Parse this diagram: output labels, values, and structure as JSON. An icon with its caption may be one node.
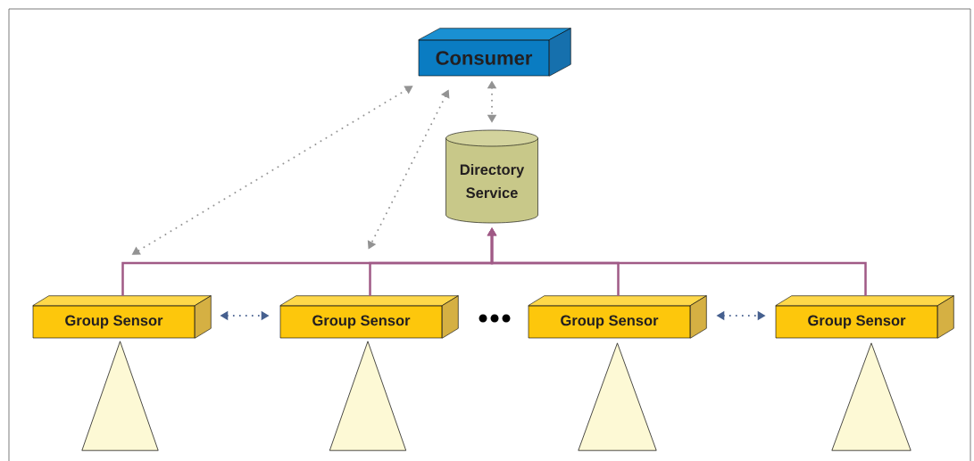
{
  "diagram": {
    "nodes": [
      {
        "text": [
          "Consumer"
        ]
      },
      {
        "text": [
          "Directory Service"
        ]
      },
      {
        "text": [
          "Group Sensor"
        ]
      },
      {
        "text": [
          "Group Sensor"
        ]
      },
      {
        "text": [
          "Group Sensor"
        ]
      },
      {
        "text": [
          "Group Sensor"
        ]
      },
      {
        "text": [],
        "shape": "triangle"
      },
      {
        "text": [],
        "shape": "triangle"
      },
      {
        "text": [],
        "shape": "triangle"
      },
      {
        "text": [],
        "shape": "triangle"
      }
    ],
    "edges": [
      {
        "from": 0,
        "to": 1,
        "arrow": "both",
        "style": "dashed",
        "color": "#939393"
      },
      {
        "from": 0,
        "to": 2,
        "arrow": "both",
        "style": "dashed",
        "color": "#939393"
      },
      {
        "from": 0,
        "to": 3,
        "arrow": "both",
        "style": "dashed",
        "color": "#939393"
      },
      {
        "from": 2,
        "to": 3,
        "arrow": "both",
        "style": "dashed",
        "color": "#46608f"
      },
      {
        "from": 4,
        "to": 5,
        "arrow": "both",
        "style": "dashed",
        "color": "#46608f"
      },
      {
        "from": 2,
        "to": 1,
        "arrow": "to",
        "color": "#a05a86"
      },
      {
        "from": 3,
        "to": 1,
        "arrow": "to",
        "color": "#a05a86"
      },
      {
        "from": 4,
        "to": 1,
        "arrow": "to",
        "color": "#a05a86"
      },
      {
        "from": 5,
        "to": 1,
        "arrow": "to",
        "color": "#a05a86"
      }
    ]
  }
}
